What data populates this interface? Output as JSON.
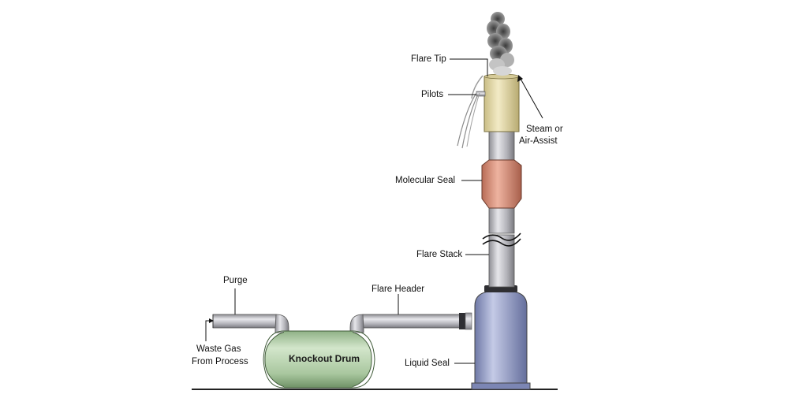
{
  "diagram": {
    "labels": {
      "flare_tip": "Flare Tip",
      "pilots": "Pilots",
      "steam_line1": "Steam or",
      "steam_line2": "Air-Assist",
      "molecular_seal": "Molecular Seal",
      "flare_stack": "Flare Stack",
      "purge": "Purge",
      "flare_header": "Flare Header",
      "waste_line1": "Waste Gas",
      "waste_line2": "From Process",
      "knockout_drum": "Knockout Drum",
      "liquid_seal": "Liquid Seal"
    },
    "colors": {
      "pipe": "#b9b9bd",
      "pipe_dark": "#6d6d73",
      "tip": "#e8dcaa",
      "molecular_seal": "#d9917a",
      "drum": "#b7d3ad",
      "liquid_seal": "#9aa2c6",
      "smoke": "#555555"
    }
  }
}
